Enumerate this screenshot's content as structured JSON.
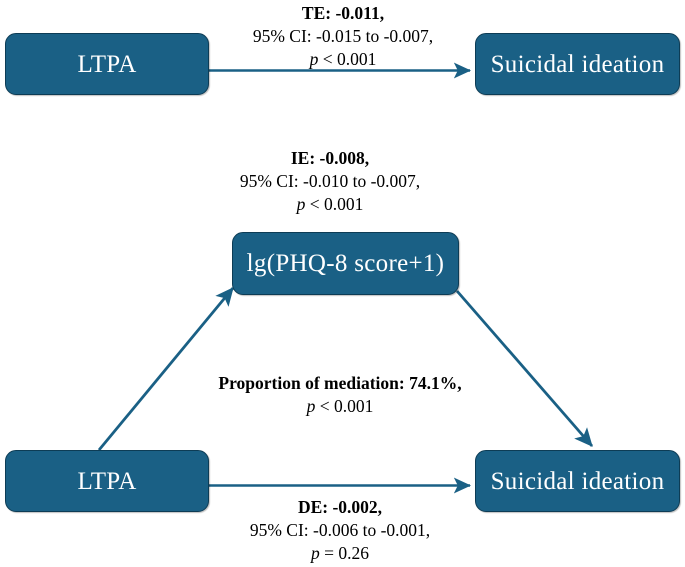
{
  "diagram": {
    "type": "mediation-path-diagram",
    "accent_color": "#1a6085",
    "border_color": "#0d3c55",
    "arrow_color": "#1a6085",
    "background_color": "#ffffff",
    "text_color": "#000000",
    "node_text_color": "#ffffff"
  },
  "models": {
    "total_effect_model": {
      "exposure_label": "LTPA",
      "outcome_label": "Suicidal ideation",
      "path_label": {
        "estimate": "TE: -0.011,",
        "ci": "95% CI: -0.015 to -0.007,",
        "p_italic": "p",
        "p_rest": " < 0.001"
      }
    },
    "mediation_model": {
      "exposure_label": "LTPA",
      "mediator_label": "lg(PHQ-8 score+1)",
      "outcome_label": "Suicidal ideation",
      "indirect_effect": {
        "estimate": "IE: -0.008,",
        "ci": "95% CI: -0.010 to -0.007,",
        "p_italic": "p",
        "p_rest": " < 0.001"
      },
      "proportion_mediated": {
        "estimate": "Proportion of mediation: 74.1%,",
        "p_italic": "p",
        "p_rest": " < 0.001"
      },
      "direct_effect": {
        "estimate": "DE: -0.002,",
        "ci": "95% CI: -0.006 to -0.001,",
        "p_italic": "p",
        "p_rest": " = 0.26"
      }
    }
  }
}
